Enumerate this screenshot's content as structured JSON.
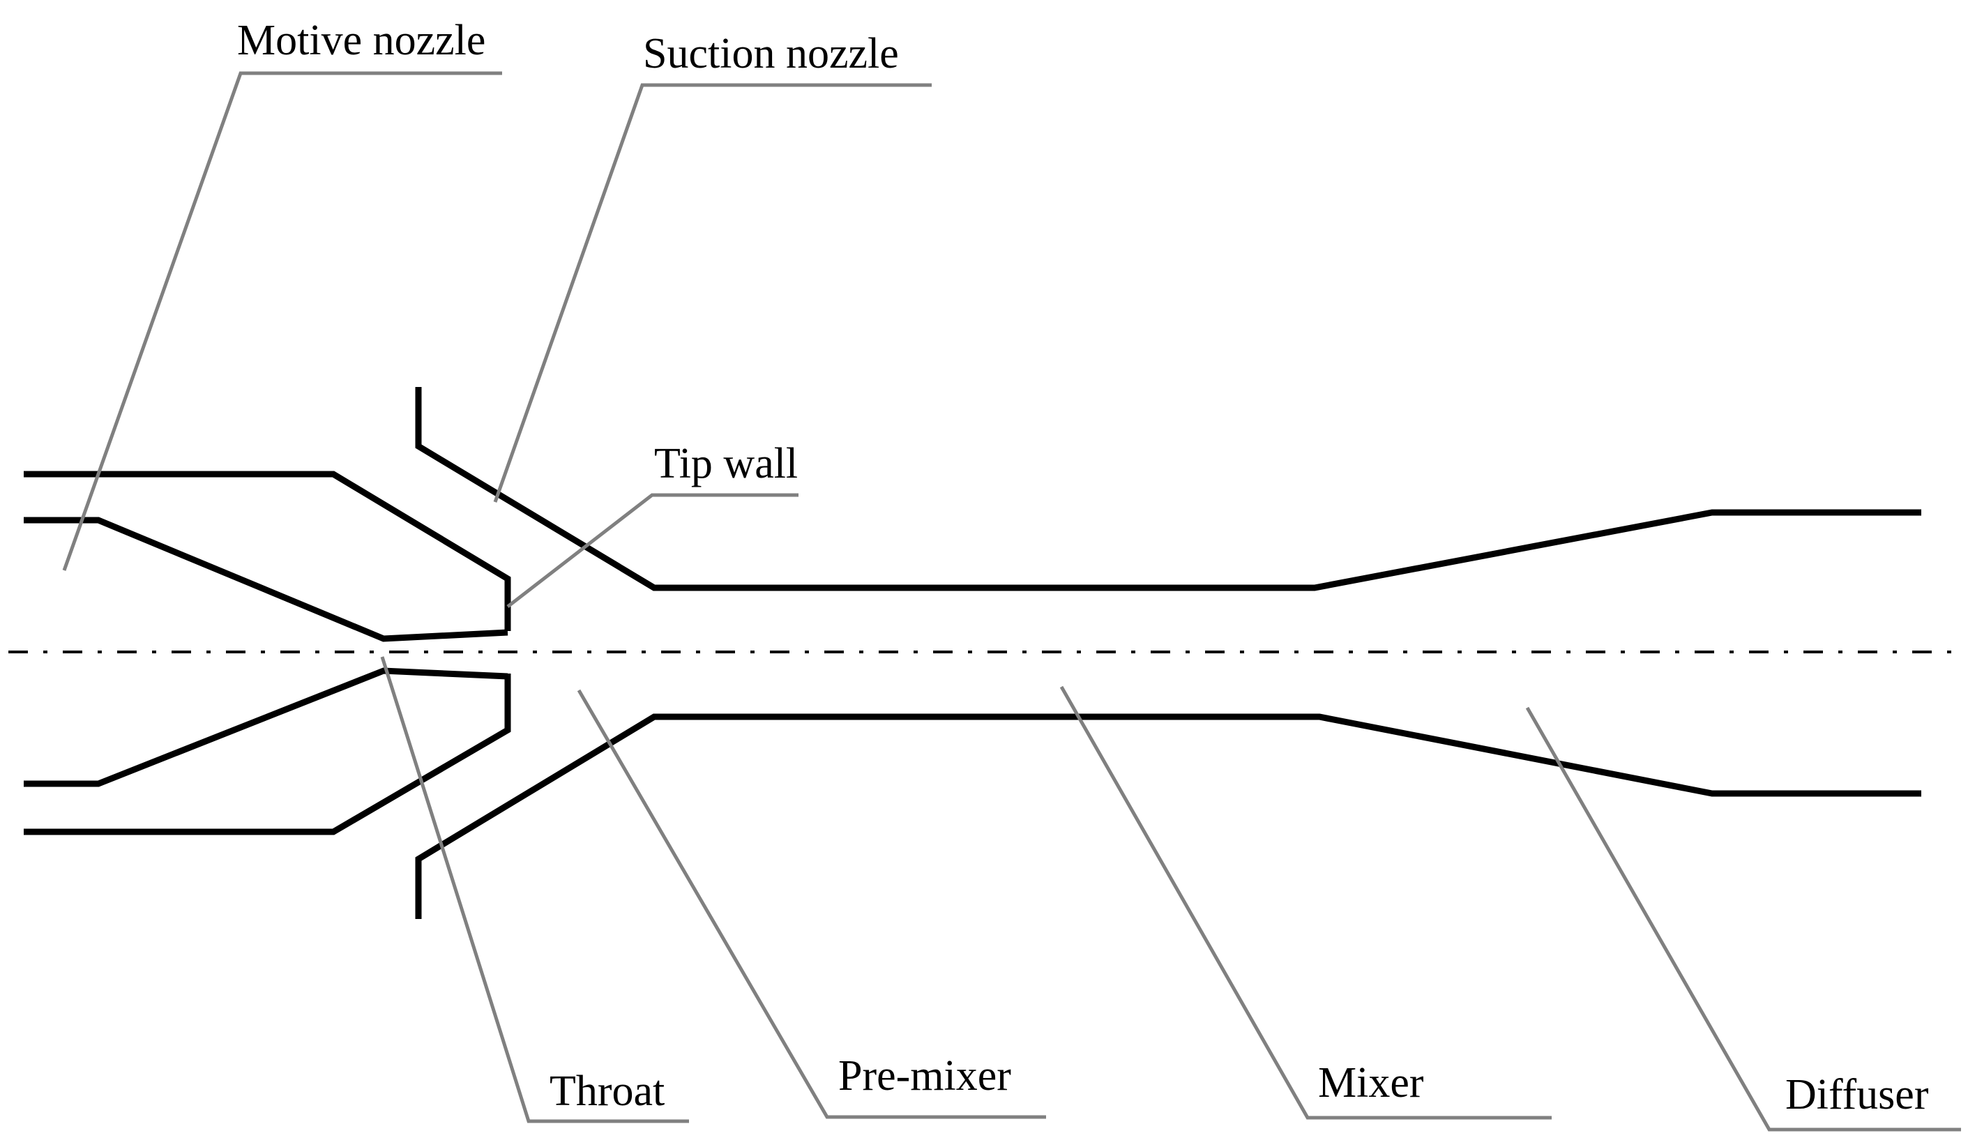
{
  "labels": {
    "motive_nozzle": "Motive nozzle",
    "suction_nozzle": "Suction nozzle",
    "tip_wall": "Tip wall",
    "throat": "Throat",
    "pre_mixer": "Pre-mixer",
    "mixer": "Mixer",
    "diffuser": "Diffuser"
  },
  "colors": {
    "wall": "#000000",
    "leader": "#808080",
    "text": "#000000",
    "background": "#ffffff"
  }
}
